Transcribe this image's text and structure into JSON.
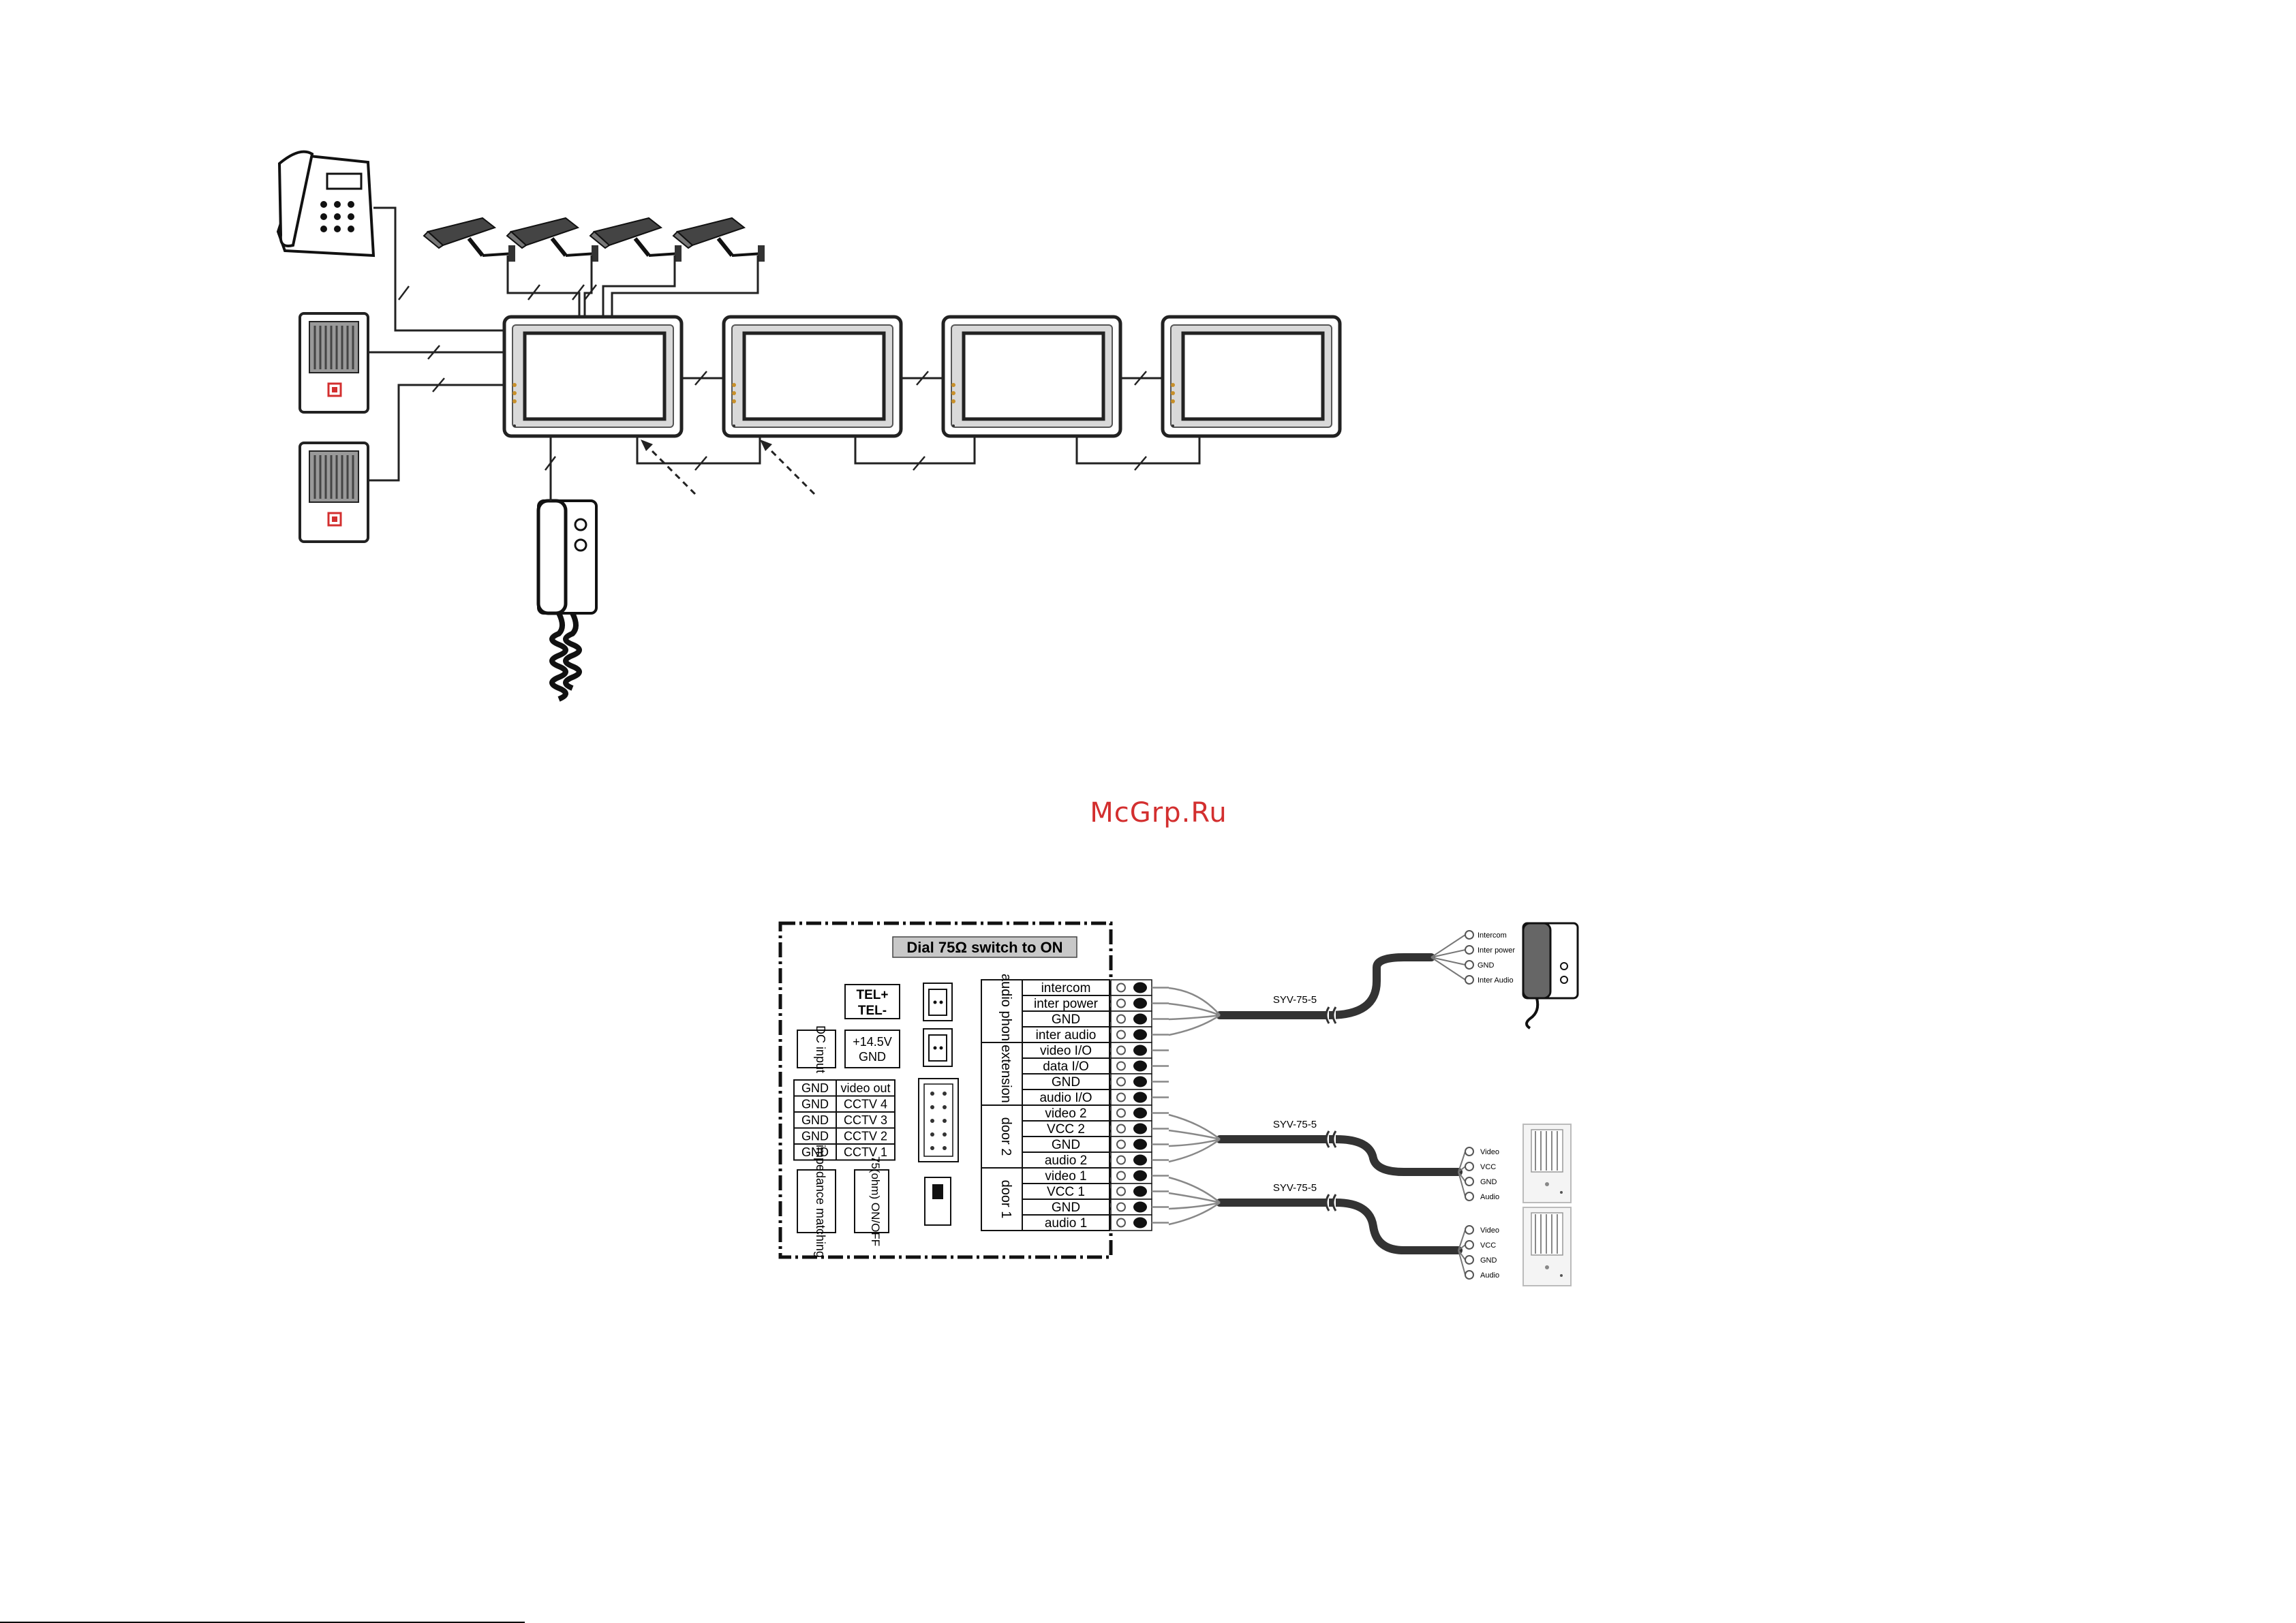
{
  "watermark": "McGrp.Ru",
  "wiring": {
    "dial_note": "Dial 75Ω switch to ON",
    "tel": [
      "TEL+",
      "TEL-"
    ],
    "dc": {
      "title": "DC input",
      "lines": [
        "+14.5V",
        "GND"
      ]
    },
    "cctv": [
      {
        "left": "GND",
        "right": "video out"
      },
      {
        "left": "GND",
        "right": "CCTV 4"
      },
      {
        "left": "GND",
        "right": "CCTV 3"
      },
      {
        "left": "GND",
        "right": "CCTV 2"
      },
      {
        "left": "GND",
        "right": "CCTV 1"
      }
    ],
    "impedance": "impedance matching",
    "switch_label": "75(ohm) ON/OFF",
    "groups": [
      {
        "name": "audio phone",
        "terms": [
          "intercom",
          "inter power",
          "GND",
          "inter audio"
        ]
      },
      {
        "name": "extension",
        "terms": [
          "video I/O",
          "data I/O",
          "GND",
          "audio I/O"
        ]
      },
      {
        "name": "door 2",
        "terms": [
          "video 2",
          "VCC 2",
          "GND",
          "audio 2"
        ]
      },
      {
        "name": "door 1",
        "terms": [
          "video 1",
          "VCC 1",
          "GND",
          "audio 1"
        ]
      }
    ],
    "cable": "SYV-75-5",
    "phone_pins": [
      "Intercom",
      "Inter power",
      "GND",
      "Inter Audio"
    ],
    "door_pins": [
      "Video",
      "VCC",
      "GND",
      "Audio"
    ]
  }
}
